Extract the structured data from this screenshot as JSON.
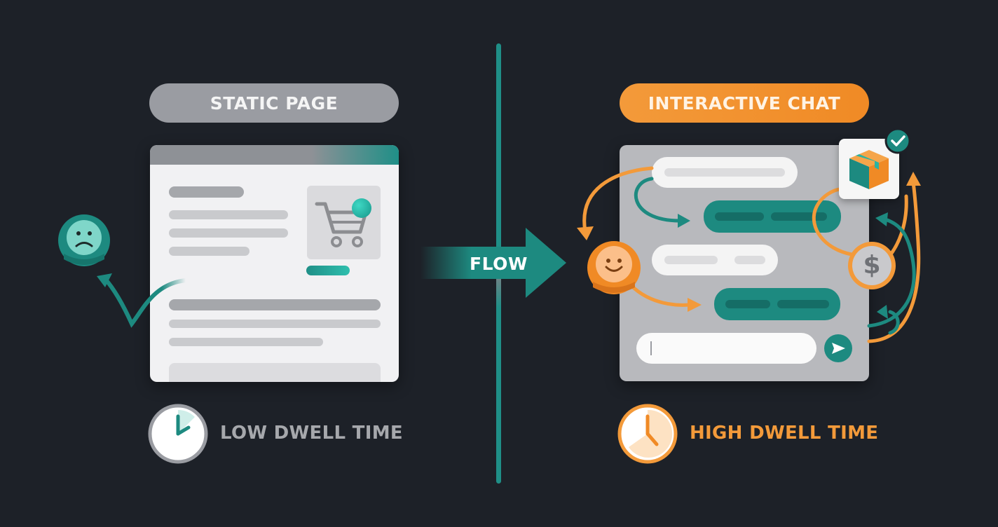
{
  "left": {
    "title": "STATIC PAGE",
    "footer": "LOW DWELL TIME"
  },
  "center": {
    "label": "FLOW"
  },
  "right": {
    "title": "INTERACTIVE CHAT",
    "footer": "HIGH DWELL TIME",
    "currency_symbol": "$"
  },
  "colors": {
    "background": "#1d2128",
    "teal": "#1d8a80",
    "orange": "#f39a3a",
    "gray": "#9a9ca2"
  },
  "icons": {
    "left": [
      "sad-face-icon",
      "shopping-cart-icon",
      "clock-icon"
    ],
    "right": [
      "happy-face-icon",
      "package-box-icon",
      "check-icon",
      "dollar-coin-icon",
      "send-icon",
      "clock-icon"
    ]
  }
}
